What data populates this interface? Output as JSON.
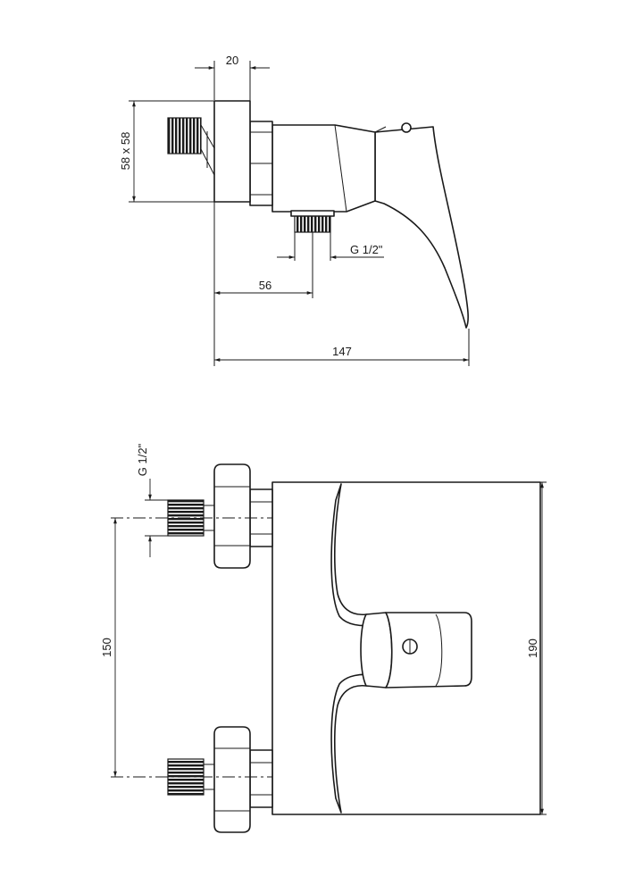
{
  "dimensions": {
    "top_width": "20",
    "plate": "58 x 58",
    "thread_top": "G 1/2\"",
    "offset": "56",
    "depth": "147",
    "thread_front": "G 1/2\"",
    "spacing": "150",
    "height": "190"
  }
}
